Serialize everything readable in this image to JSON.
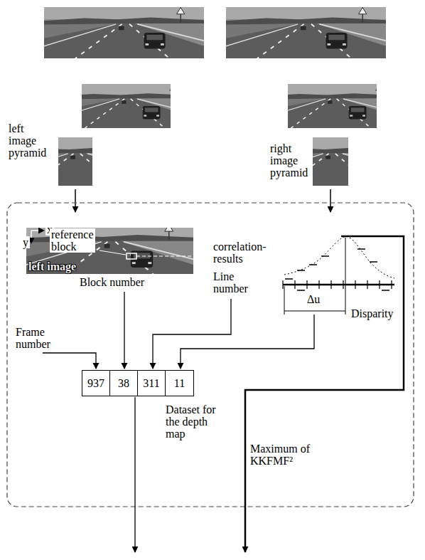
{
  "diagram": {
    "nodes": [
      {
        "text": [
          "Dataset for the depth map"
        ]
      },
      {
        "text": [
          "937"
        ],
        "in": 0
      },
      {
        "text": [
          "38"
        ],
        "in": 0
      },
      {
        "text": [
          "311"
        ],
        "in": 0
      },
      {
        "text": [
          "11"
        ],
        "in": 0
      }
    ],
    "labels": [
      "left image pyramid",
      "right image pyramid",
      "x",
      "y",
      "reference block",
      "left image",
      "Block number",
      "correlation-results",
      "Line number",
      "Δu",
      "Disparity",
      "Frame number",
      "Maximum of KKFMF²"
    ]
  }
}
